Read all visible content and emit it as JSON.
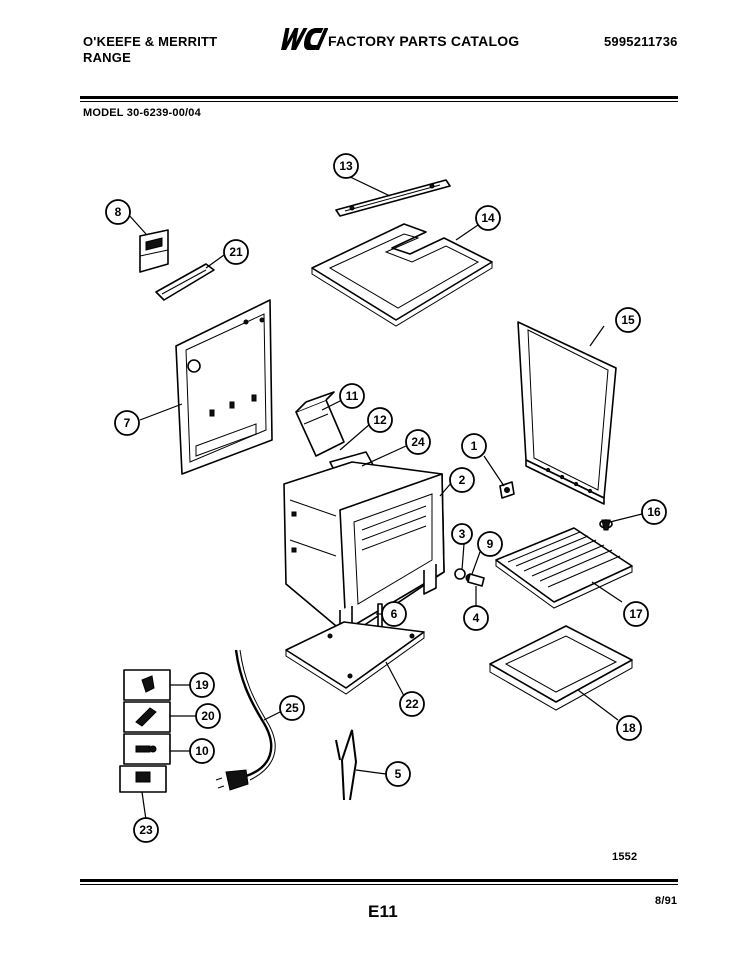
{
  "header": {
    "brand_line1": "O'KEEFE & MERRITT",
    "brand_line2": "RANGE",
    "logo_text": "WCI",
    "catalog_title": "FACTORY PARTS CATALOG",
    "part_number": "5995211736",
    "model": "MODEL 30-6239-00/04"
  },
  "footer": {
    "diagram_code": "1552",
    "page_label": "E11",
    "date": "8/91"
  },
  "callouts": [
    "1",
    "2",
    "3",
    "4",
    "5",
    "6",
    "7",
    "8",
    "9",
    "10",
    "11",
    "12",
    "13",
    "14",
    "15",
    "16",
    "17",
    "18",
    "19",
    "20",
    "21",
    "22",
    "23",
    "24",
    "25"
  ]
}
